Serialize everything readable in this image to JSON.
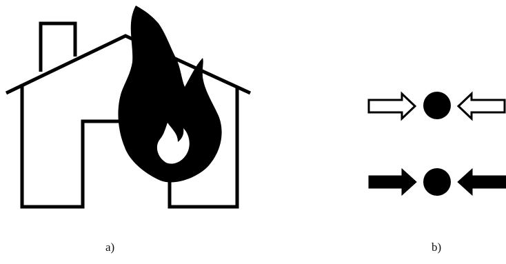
{
  "figure": {
    "panel_a": {
      "caption": "a)",
      "icons": [
        "house-icon",
        "flame-icon"
      ]
    },
    "panel_b": {
      "caption": "b)",
      "rows": [
        {
          "style": "outline",
          "icons": [
            "right-arrow-icon",
            "dot-icon",
            "left-arrow-icon"
          ]
        },
        {
          "style": "filled",
          "icons": [
            "right-arrow-icon",
            "dot-icon",
            "left-arrow-icon"
          ]
        }
      ]
    },
    "colors": {
      "ink": "#000000",
      "background": "#ffffff"
    }
  }
}
